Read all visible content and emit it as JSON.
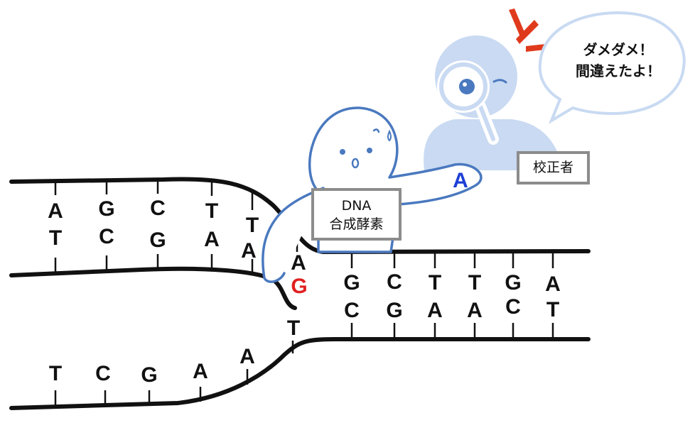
{
  "diagram": {
    "upper_left_strand": {
      "top_row": [
        "A",
        "G",
        "C",
        "T",
        "T"
      ],
      "bottom_row": [
        "T",
        "C",
        "G",
        "A",
        "A"
      ]
    },
    "junction": {
      "inserted_base": "A",
      "mismatched_base": "G",
      "lower_base": "T"
    },
    "double_strand_right": {
      "top_row": [
        "G",
        "C",
        "T",
        "T",
        "G",
        "A"
      ],
      "bottom_row": [
        "C",
        "G",
        "A",
        "A",
        "C",
        "T"
      ]
    },
    "lower_left_strand": {
      "bases": [
        "T",
        "C",
        "G",
        "A",
        "A"
      ]
    },
    "enzyme": {
      "label_line1": "DNA",
      "label_line2": "合成酵素",
      "held_base": "A"
    },
    "proofreader": {
      "label": "校正者",
      "speech_line1": "ダメダメ！",
      "speech_line2": "間違えたよ！"
    },
    "colors": {
      "outline_blue": "#4a79bf",
      "proofreader_fill": "#c9daf2",
      "mismatch_red": "#e02020",
      "held_base_blue": "#1d3fd6",
      "alert_red": "#e03a1c"
    }
  }
}
